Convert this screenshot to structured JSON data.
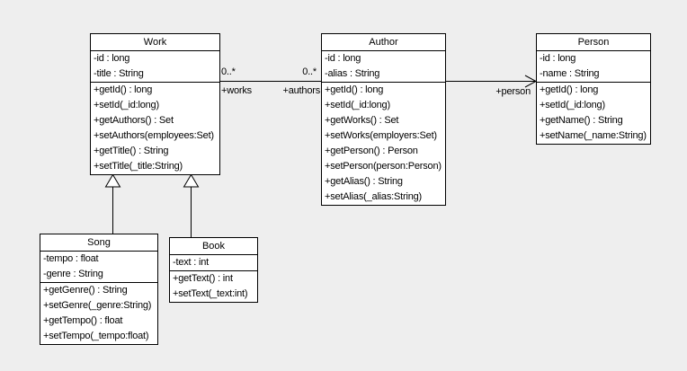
{
  "diagram": {
    "type": "uml-class-diagram",
    "background_color": "#eeeeee",
    "box_fill_color": "#ffffff",
    "line_color": "#000000"
  },
  "classes": [
    {
      "name": "Work",
      "attributes": [
        "-id : long",
        "-title : String"
      ],
      "methods": [
        "+getId() : long",
        "+setId(_id:long)",
        "+getAuthors() : Set",
        "+setAuthors(employees:Set)",
        "+getTitle() : String",
        "+setTitle(_title:String)"
      ]
    },
    {
      "name": "Author",
      "attributes": [
        "-id : long",
        "-alias : String"
      ],
      "methods": [
        "+getId() : long",
        "+setId(_id:long)",
        "+getWorks() : Set",
        "+setWorks(employers:Set)",
        "+getPerson() : Person",
        "+setPerson(person:Person)",
        "+getAlias() : String",
        "+setAlias(_alias:String)"
      ]
    },
    {
      "name": "Person",
      "attributes": [
        "-id : long",
        "-name : String"
      ],
      "methods": [
        "+getId() : long",
        "+setId(_id:long)",
        "+getName() : String",
        "+setName(_name:String)"
      ]
    },
    {
      "name": "Song",
      "attributes": [
        "-tempo : float",
        "-genre : String"
      ],
      "methods": [
        "+getGenre() : String",
        "+setGenre(_genre:String)",
        "+getTempo() : float",
        "+setTempo(_tempo:float)"
      ]
    },
    {
      "name": "Book",
      "attributes": [
        "-text : int"
      ],
      "methods": [
        "+getText() : int",
        "+setText(_text:int)"
      ]
    }
  ],
  "associations": {
    "work_author": {
      "mult_work_end": "0..*",
      "mult_author_end": "0..*",
      "role_work_end": "+works",
      "role_author_end": "+authors"
    },
    "author_person": {
      "role_person_end": "+person"
    }
  }
}
